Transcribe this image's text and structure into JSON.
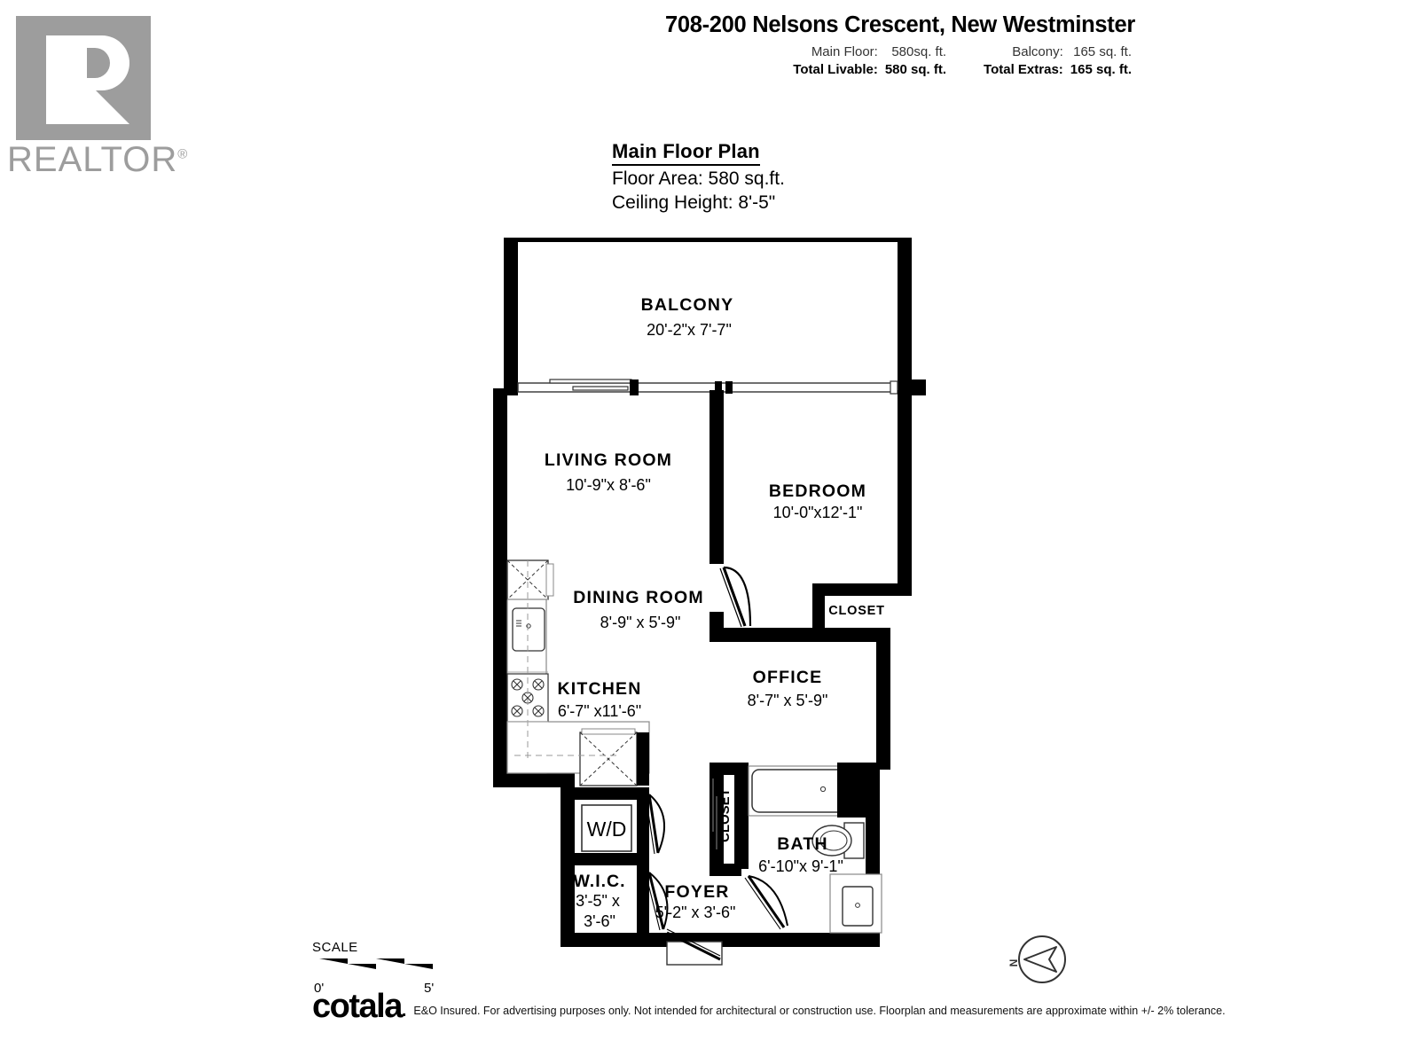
{
  "header": {
    "logo": {
      "brand": "REALTOR",
      "registered_mark": "®",
      "icon": "realtor-r-logo"
    },
    "address_title": "708-200 Nelsons Crescent, New Westminster",
    "areas": [
      {
        "label": "Main Floor:",
        "value": "580sq. ft.",
        "label2": "Balcony:",
        "value2": "165 sq. ft.",
        "bold": false
      },
      {
        "label": "Total Livable:",
        "value": "580 sq. ft.",
        "label2": "Total Extras:",
        "value2": "165 sq. ft.",
        "bold": true
      }
    ]
  },
  "plan_heading": {
    "title": "Main Floor Plan",
    "floor_area": "Floor Area: 580 sq.ft.",
    "ceiling_height": "Ceiling Height: 8'-5\""
  },
  "rooms": [
    {
      "name": "BALCONY",
      "dims": "20'-2\"x  7'-7\""
    },
    {
      "name": "LIVING ROOM",
      "dims": "10'-9\"x  8'-6\""
    },
    {
      "name": "BEDROOM",
      "dims": "10'-0\"x12'-1\""
    },
    {
      "name": "DINING ROOM",
      "dims": "8'-9\" x  5'-9\""
    },
    {
      "name": "KITCHEN",
      "dims": "6'-7\" x11'-6\""
    },
    {
      "name": "OFFICE",
      "dims": "8'-7\" x  5'-9\""
    },
    {
      "name": "BATH",
      "dims": "6'-10\"x  9'-1\""
    },
    {
      "name": "W.I.C.",
      "dims": "3'-5\" x",
      "dims2": "3'-6\""
    },
    {
      "name": "FOYER",
      "dims": "5'-2\" x  3'-6\""
    },
    {
      "name": "CLOSET",
      "dims": ""
    },
    {
      "name": "CLOSET",
      "dims": ""
    }
  ],
  "labels": {
    "bedroom_closet": "CLOSET",
    "bath_closet": "CLOSET",
    "laundry": "W/D"
  },
  "footer": {
    "scale_label": "SCALE",
    "scale_start": "0'",
    "scale_end": "5'",
    "brand": "cotala",
    "brand_dot": ".",
    "disclaimer": "E&O Insured. For advertising purposes only. Not intended for architectural or construction use. Floorplan and measurements are approximate within +/- 2% tolerance.",
    "compass_letter": "N",
    "compass_icon": "compass-north-icon"
  },
  "colors": {
    "wall": "#000000",
    "logo_gray": "#9d9d9d",
    "fixture_outline": "#333333",
    "background": "#ffffff"
  }
}
